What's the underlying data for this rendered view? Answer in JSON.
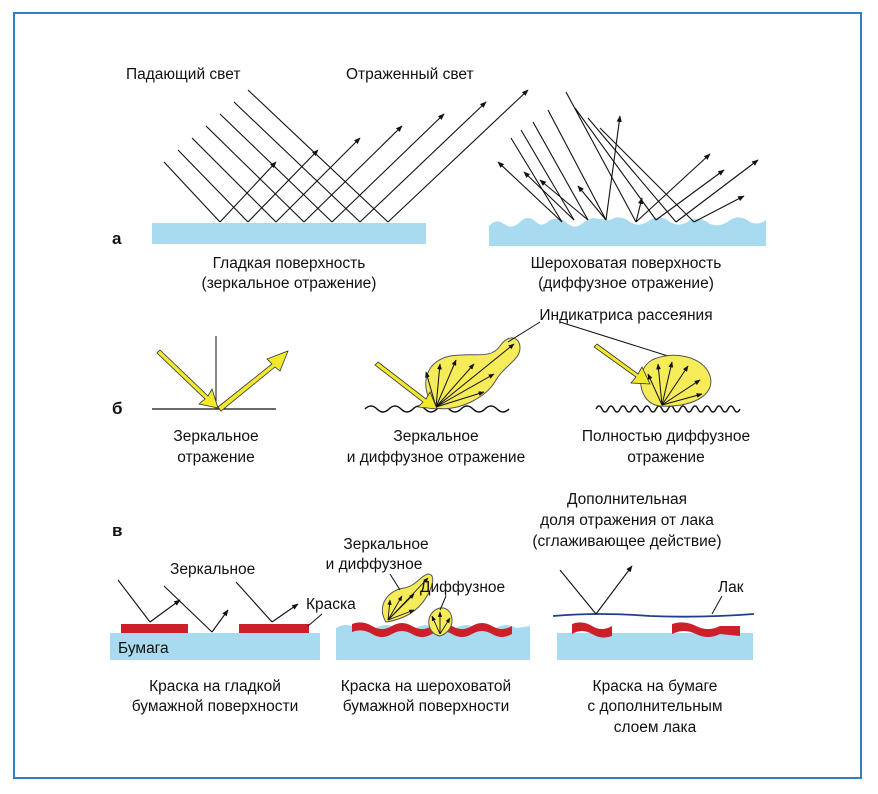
{
  "figure": {
    "colors": {
      "frame": "#2f7fc4",
      "surface": "#a8dbef",
      "ink": "#cc1f2a",
      "lobe": "#f6ec5a",
      "lobe_stroke": "#555555",
      "arrow": "#e8e01a",
      "varnish": "#1f3f8a"
    },
    "section_a": {
      "letter": "а",
      "incident_label": "Падающий свет",
      "reflected_label": "Отраженный свет",
      "smooth_caption": [
        "Гладкая поверхность",
        "(зеркальное отражение)"
      ],
      "rough_caption": [
        "Шероховатая поверхность",
        "(диффузное отражение)"
      ]
    },
    "section_b": {
      "letter": "б",
      "indicatrix_label": "Индикатриса рассеяния",
      "mirror_caption": [
        "Зеркальное",
        "отражение"
      ],
      "mixed_caption": [
        "Зеркальное",
        "и диффузное отражение"
      ],
      "diffuse_caption": [
        "Полностью диффузное",
        "отражение"
      ]
    },
    "section_c": {
      "letter": "в",
      "specular_label": "Зеркальное",
      "ink_label": "Краска",
      "paper_label": "Бумага",
      "mixed_label": [
        "Зеркальное",
        "и диффузное"
      ],
      "diffuse_label": "Диффузное",
      "varnish_note": [
        "Дополнительная",
        "доля отражения от лака",
        "(сглаживающее действие)"
      ],
      "varnish_label": "Лак",
      "caption_smooth": [
        "Краска на гладкой",
        "бумажной поверхности"
      ],
      "caption_rough": [
        "Краска на шероховатой",
        "бумажной поверхности"
      ],
      "caption_varnish": [
        "Краска на  бумаге",
        "с дополнительным",
        "слоем лака"
      ]
    }
  }
}
